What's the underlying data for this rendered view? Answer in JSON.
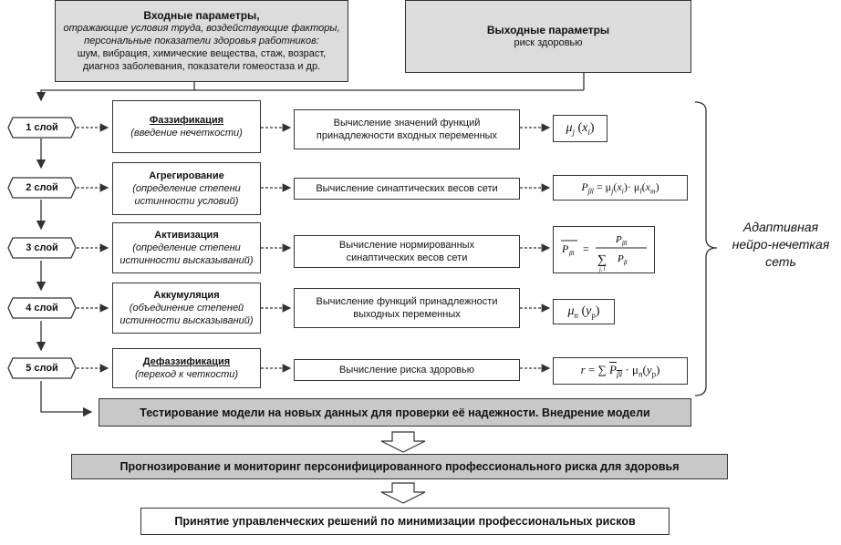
{
  "input": {
    "title": "Входные параметры,",
    "lines": [
      "отражающие условия труда, воздействующие факторы,",
      "персональные показатели здоровья работников:",
      "шум, вибрация, химические вещества, стаж, возраст,",
      "диагноз заболевания, показатели гомеостаза и др."
    ]
  },
  "output": {
    "title": "Выходные параметры",
    "subtitle": "риск здоровью"
  },
  "layers": [
    {
      "label": "1 слой",
      "title": "Фаззификация",
      "desc": [
        "(введение нечеткости)"
      ],
      "calc": [
        "Вычисление значений функций",
        "принадлежности входных переменных"
      ]
    },
    {
      "label": "2 слой",
      "title": "Агрегирование",
      "desc": [
        "(определение степени",
        "истинности условий)"
      ],
      "calc": [
        "Вычисление синаптических весов сети"
      ]
    },
    {
      "label": "3 слой",
      "title": "Активизация",
      "desc": [
        "(определение степени",
        "истинности высказываний)"
      ],
      "calc": [
        "Вычисление нормированных",
        "синаптических весов сети"
      ]
    },
    {
      "label": "4 слой",
      "title": "Аккумуляция",
      "desc": [
        "(объединение степеней",
        "истинности высказываний)"
      ],
      "calc": [
        "Вычисление функций принадлежности",
        "выходных переменных"
      ]
    },
    {
      "label": "5 слой",
      "title": "Дефаззификация",
      "desc": [
        "(переход к четкости)"
      ],
      "calc": [
        "Вычисление риска здоровью"
      ]
    }
  ],
  "side_label": [
    "Адаптивная",
    "нейро-нечеткая",
    "сеть"
  ],
  "bottom": [
    "Тестирование модели на новых данных для проверки её надежности. Внедрение модели",
    "Прогнозирование и мониторинг персонифицированного профессионального риска для здоровья",
    "Принятие управленческих решений по минимизации профессиональных рисков"
  ]
}
